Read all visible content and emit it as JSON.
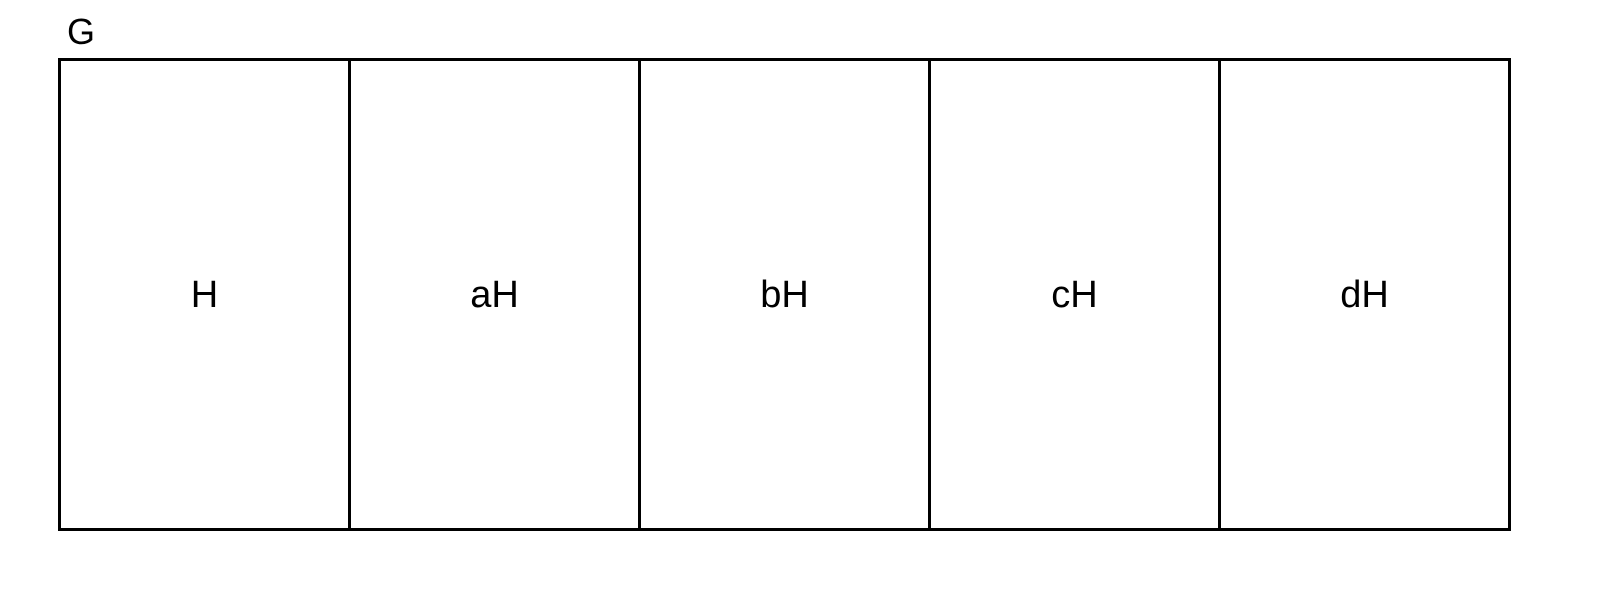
{
  "diagram": {
    "group_label": "G",
    "cells": [
      {
        "label": "H"
      },
      {
        "label": "aH"
      },
      {
        "label": "bH"
      },
      {
        "label": "cH"
      },
      {
        "label": "dH"
      }
    ]
  }
}
